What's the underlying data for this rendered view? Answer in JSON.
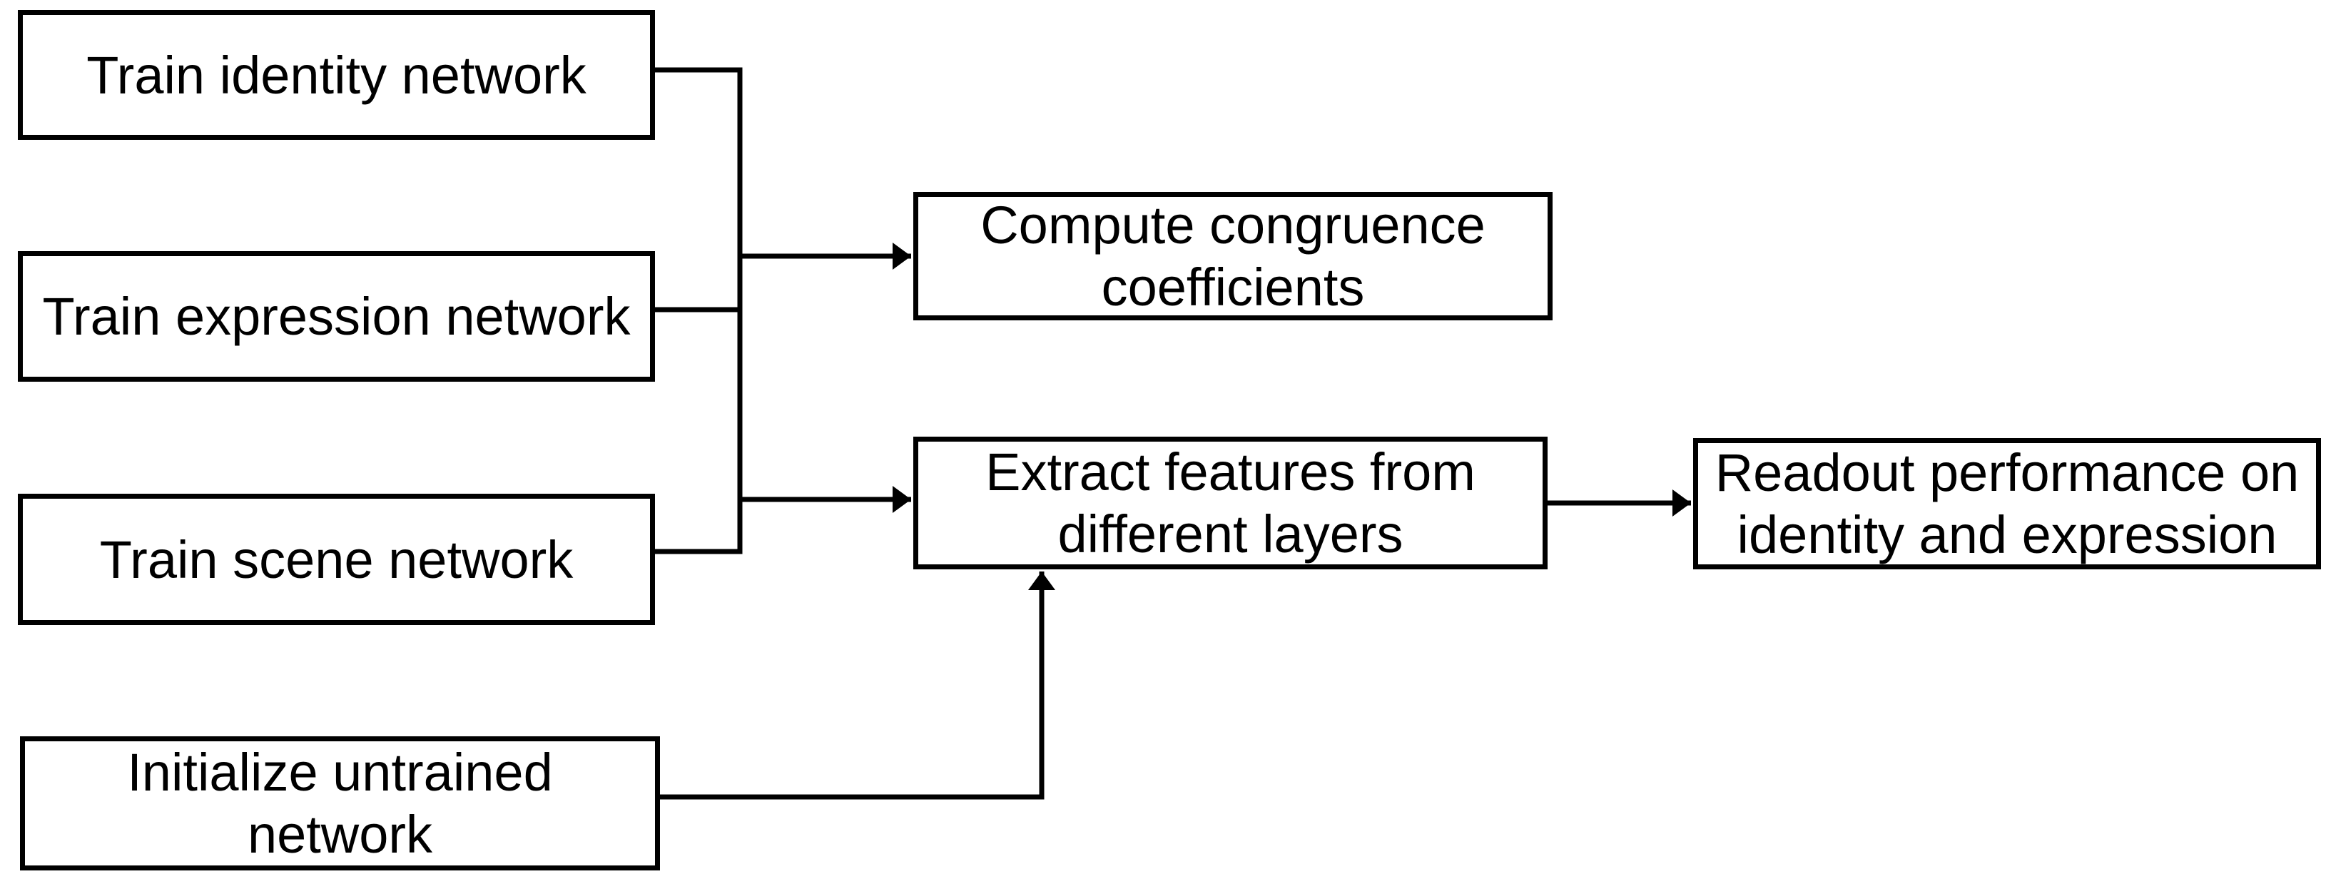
{
  "diagram": {
    "background_color": "#ffffff",
    "stroke_color": "#000000",
    "text_color": "#000000",
    "nodes": {
      "train_identity": {
        "label": "Train identity network"
      },
      "train_expression": {
        "label": "Train expression network"
      },
      "train_scene": {
        "label": "Train scene network"
      },
      "initialize_untrained": {
        "label": "Initialize untrained\nnetwork"
      },
      "compute_congruence": {
        "label": "Compute congruence\ncoefficients"
      },
      "extract_features": {
        "label": "Extract features from\ndifferent layers"
      },
      "readout_performance": {
        "label": "Readout performance on\nidentity and expression"
      }
    },
    "edges": [
      {
        "from": "train_identity",
        "to": "trunk-junction",
        "arrowhead": false
      },
      {
        "from": "train_expression",
        "to": "trunk-junction",
        "arrowhead": false
      },
      {
        "from": "train_scene",
        "to": "trunk-junction",
        "arrowhead": false
      },
      {
        "from": "trunk-junction",
        "to": "compute_congruence",
        "arrowhead": true
      },
      {
        "from": "trunk-junction",
        "to": "extract_features",
        "arrowhead": true
      },
      {
        "from": "initialize_untrained",
        "to": "extract_features",
        "arrowhead": true
      },
      {
        "from": "extract_features",
        "to": "readout_performance",
        "arrowhead": true
      }
    ]
  }
}
